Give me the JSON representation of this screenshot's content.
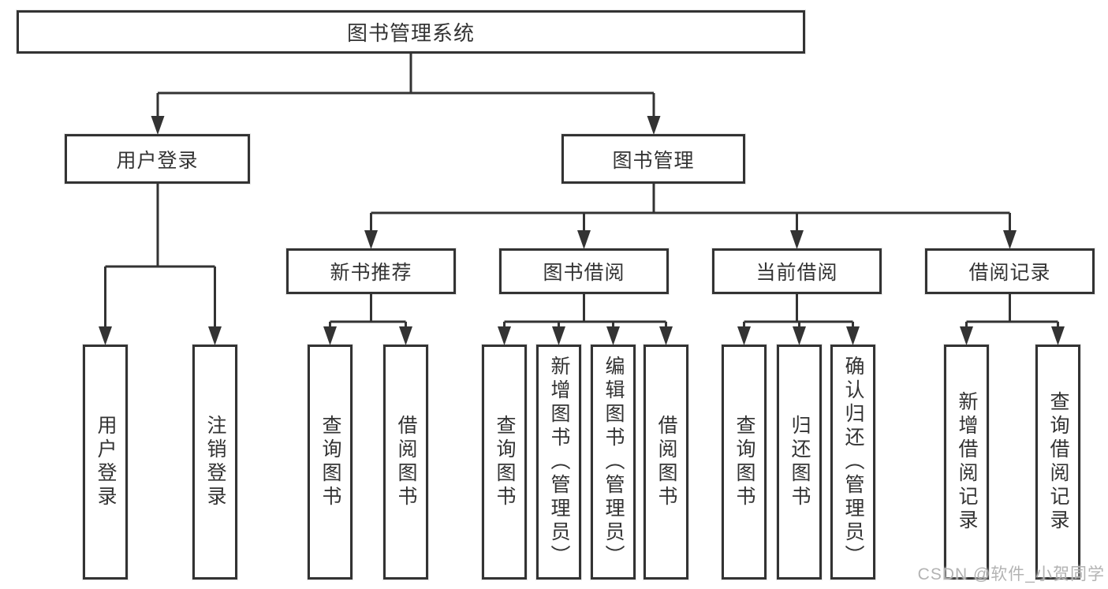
{
  "colors": {
    "line": "#333333",
    "text": "#333333",
    "watermark": "#b3b3b3"
  },
  "tree": {
    "root": "图书管理系统",
    "login_branch": {
      "label": "用户登录",
      "children": [
        "用户登录",
        "注销登录"
      ]
    },
    "mgmt_branch": {
      "label": "图书管理",
      "groups": [
        {
          "label": "新书推荐",
          "children": [
            "查询图书",
            "借阅图书"
          ]
        },
        {
          "label": "图书借阅",
          "children": [
            "查询图书",
            "新增图书（管理员）",
            "编辑图书（管理员）",
            "借阅图书"
          ]
        },
        {
          "label": "当前借阅",
          "children": [
            "查询图书",
            "归还图书",
            "确认归还（管理员）"
          ]
        },
        {
          "label": "借阅记录",
          "children": [
            "新增借阅记录",
            "查询借阅记录"
          ]
        }
      ]
    }
  },
  "watermark": "CSDN @软件_小贺同学"
}
